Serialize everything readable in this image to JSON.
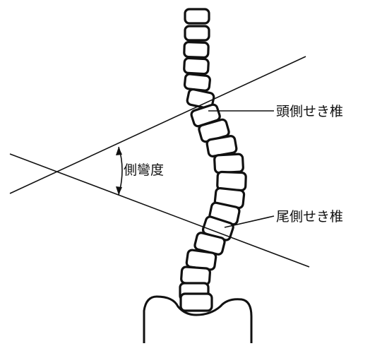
{
  "labels": {
    "cranial_vertebra": "頭側せき椎",
    "caudal_vertebra": "尾側せき椎",
    "cobb_angle": "側彎度"
  }
}
